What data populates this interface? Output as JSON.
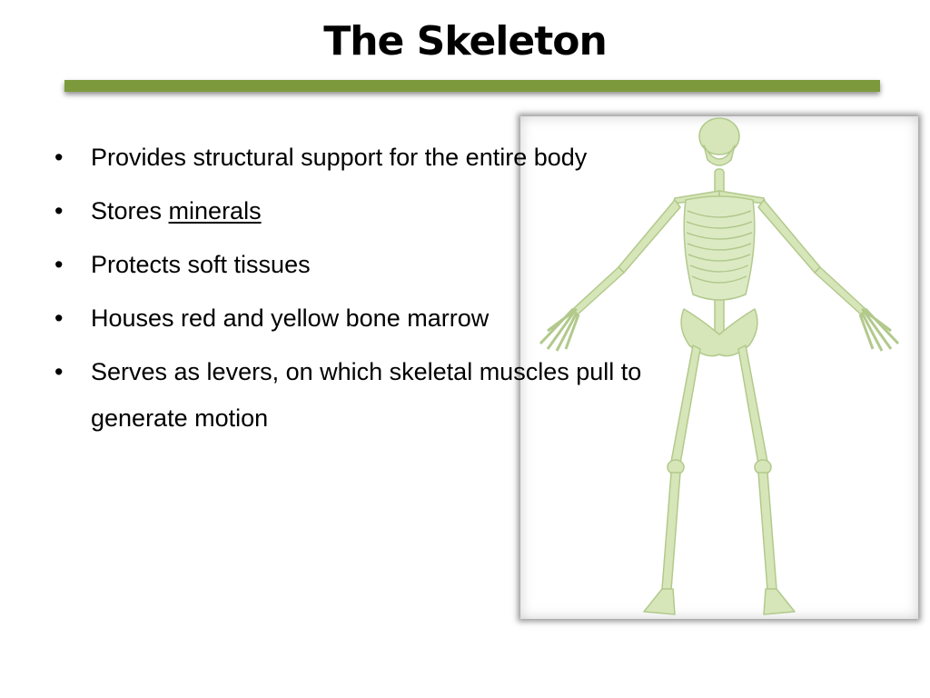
{
  "slide": {
    "title": "The Skeleton",
    "bullet_char": "•",
    "bullets": [
      {
        "text": "Provides structural support for the entire body"
      },
      {
        "prefix": "Stores ",
        "link": "minerals"
      },
      {
        "text": "Protects soft tissues"
      },
      {
        "text": "Houses red and yellow bone marrow"
      },
      {
        "text": "Serves as levers, on which skeletal muscles pull to generate motion"
      }
    ]
  },
  "image": {
    "icon": "skeleton-illustration",
    "bone_color": "#d6e6b8",
    "bone_outline": "#b2c98c"
  },
  "colors": {
    "accent": "#7c9a3b",
    "text": "#000000",
    "background": "#ffffff"
  }
}
